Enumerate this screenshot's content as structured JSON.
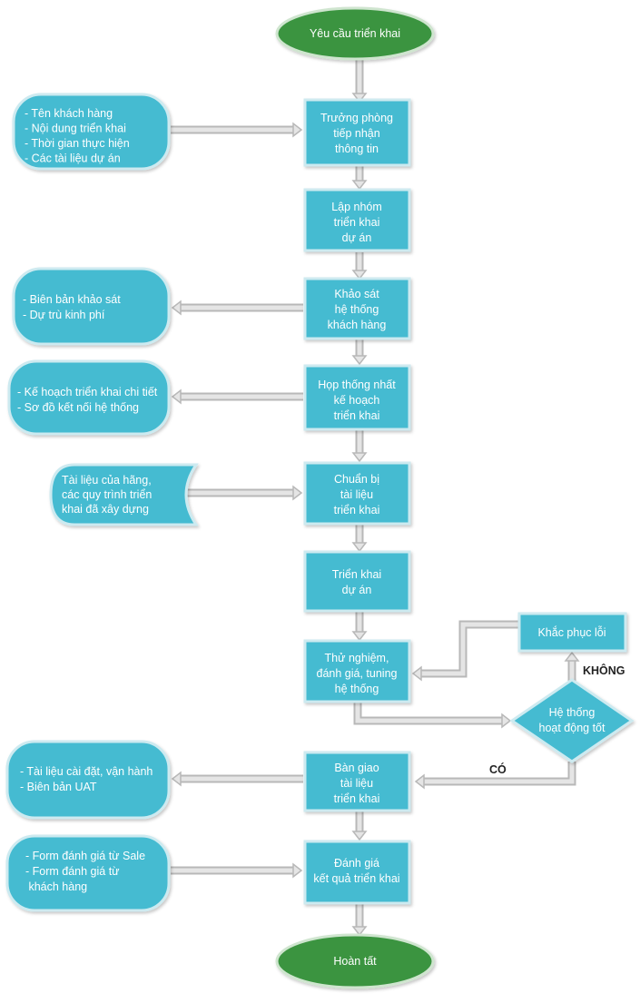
{
  "colors": {
    "process": "#44bbd1",
    "process_border": "#cdeaf0",
    "terminal": "#3a9440",
    "terminal_border": "#cfe5cf",
    "arrow": "#e5e5e5",
    "arrow_border": "#b8b8b8",
    "text": "#ffffff",
    "label": "#222222"
  },
  "flow": {
    "start": "Yêu cầu triển khai",
    "receive": [
      "Trưởng phòng",
      "tiếp nhận",
      "thông tin"
    ],
    "team": [
      "Lập nhóm",
      "triển khai",
      "dự án"
    ],
    "survey": [
      "Khảo sát",
      "hệ thống",
      "khách hàng"
    ],
    "meeting": [
      "Họp thống nhất",
      "kế hoạch",
      "triển khai"
    ],
    "prepare": [
      "Chuẩn bị",
      "tài liệu",
      "triển khai"
    ],
    "deploy": [
      "Triển khai",
      "dự án"
    ],
    "test": [
      "Thử nghiệm,",
      "đánh giá, tuning",
      "hệ thống"
    ],
    "fix": "Khắc phục lỗi",
    "decision": [
      "Hệ thống",
      "hoạt động tốt"
    ],
    "handover": [
      "Bàn giao",
      "tài liệu",
      "triển khai"
    ],
    "evaluate": [
      "Đánh giá",
      "kết quả triển khai"
    ],
    "end": "Hoàn tất",
    "label_no": "KHÔNG",
    "label_yes": "CÓ"
  },
  "side": {
    "customer_info": [
      "- Tên khách hàng",
      "- Nội dung triển khai",
      "- Thời gian thực hiện",
      "- Các tài liệu dự án"
    ],
    "survey_docs": [
      "- Biên bản khảo sát",
      "- Dự trù kinh phí"
    ],
    "plan_docs": [
      "- Kế hoạch triển khai chi tiết",
      "- Sơ đồ kết nối hệ thống"
    ],
    "vendor_docs": [
      "Tài liệu của hãng,",
      "các quy trình triển",
      "khai đã xây dựng"
    ],
    "install_docs": [
      "- Tài liệu cài đặt, vận hành",
      "- Biên bản UAT"
    ],
    "evaluation_forms": [
      "- Form đánh giá từ Sale",
      "- Form đánh giá từ",
      "  khách hàng"
    ]
  }
}
